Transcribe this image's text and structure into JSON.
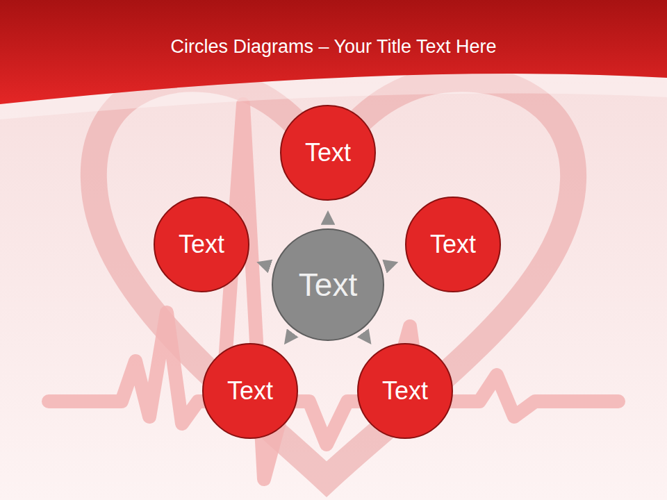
{
  "diagram": {
    "title": "Circles Diagrams – Your Title Text Here",
    "nodes": [
      {
        "text": [
          "Text"
        ]
      },
      {
        "text": [
          "Text"
        ]
      },
      {
        "text": [
          "Text"
        ]
      },
      {
        "text": [
          "Text"
        ]
      },
      {
        "text": [
          "Text"
        ]
      },
      {
        "text": [
          "Text"
        ]
      }
    ],
    "edges": [
      {
        "from": 0,
        "to": 1,
        "arrow": "to"
      },
      {
        "from": 0,
        "to": 2,
        "arrow": "to"
      },
      {
        "from": 0,
        "to": 3,
        "arrow": "to"
      },
      {
        "from": 0,
        "to": 4,
        "arrow": "to"
      },
      {
        "from": 0,
        "to": 5,
        "arrow": "to"
      }
    ]
  }
}
